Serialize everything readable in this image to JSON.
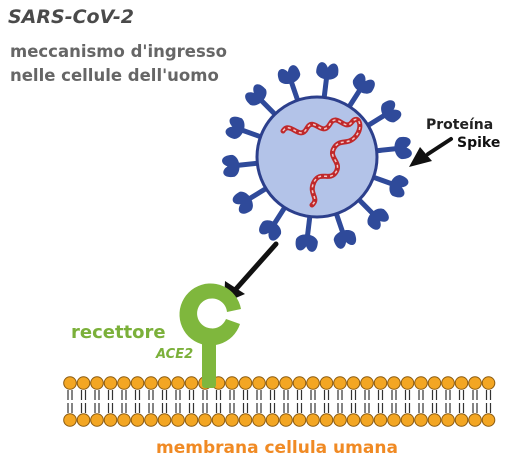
{
  "title": "SARS-CoV-2",
  "subtitle_line1": "meccanismo d'ingresso",
  "subtitle_line2": "nelle cellule dell'uomo",
  "labels": {
    "protein_line1": "Proteína",
    "protein_line2": "Spike",
    "receptor": "recettore",
    "receptor_name": "ACE2",
    "membrane": "membrana cellula umana"
  },
  "colors": {
    "virus_body": "#b3c3e8",
    "virus_outline": "#2c3f8c",
    "spike": "#2f4a9a",
    "rna": "#c0282a",
    "receptor": "#7fb73d",
    "lipid_head": "#f3a623",
    "lipid_outline": "#8a5a10",
    "membrane_text": "#f08a24",
    "arrow": "#111111"
  },
  "icons": {
    "virus": "virus-icon",
    "receptor": "ace2-receptor-icon",
    "membrane": "lipid-bilayer-icon"
  }
}
